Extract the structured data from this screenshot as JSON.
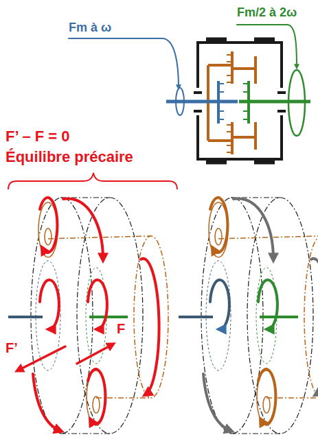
{
  "diagram": {
    "labels": [
      "Fm à ω",
      "Fm/2 à 2ω",
      "F’ – F = 0",
      "Équilibre précaire",
      "F’",
      "F"
    ]
  }
}
